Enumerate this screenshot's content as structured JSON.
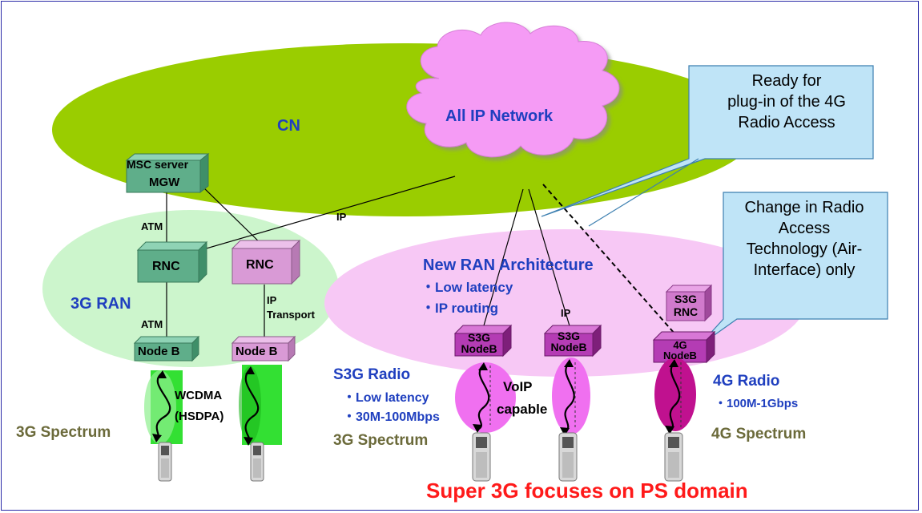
{
  "labels": {
    "cn": "CN",
    "all_ip": "All IP Network",
    "msc_server": "MSC server",
    "mgw": "MGW",
    "atm_top": "ATM",
    "atm_bottom": "ATM",
    "ip_link": "IP",
    "ip_transport_1": "IP",
    "ip_transport_2": "Transport",
    "ip_new": "IP",
    "rnc_3g": "RNC",
    "rnc_ip": "RNC",
    "ran_3g": "3G RAN",
    "nodeb_3g": "Node B",
    "nodeb_ip": "Node B",
    "new_ran_title": "New RAN Architecture",
    "new_ran_b1": "・Low latency",
    "new_ran_b2": "・IP routing",
    "s3g_rnc_1": "S3G",
    "s3g_rnc_2": "RNC",
    "s3g_nodeb_a_1": "S3G",
    "s3g_nodeb_a_2": "NodeB",
    "s3g_nodeb_b_1": "S3G",
    "s3g_nodeb_b_2": "NodeB",
    "nodeb_4g_1": "4G",
    "nodeb_4g_2": "NodeB",
    "wcdma_1": "WCDMA",
    "wcdma_2": "(HSDPA)",
    "spectrum_3g_left": "3G Spectrum",
    "s3g_radio": "S3G Radio",
    "s3g_radio_b1": "・Low latency",
    "s3g_radio_b2": "・30M-100Mbps",
    "voip_1": "VoIP",
    "voip_2": "capable",
    "spectrum_3g_mid": "3G Spectrum",
    "radio_4g": "4G Radio",
    "radio_4g_b1": "・100M-1Gbps",
    "spectrum_4g": "4G Spectrum",
    "footer": "Super 3G focuses on PS domain"
  },
  "callouts": {
    "top": [
      "Ready for",
      "plug-in of the 4G",
      "Radio Access"
    ],
    "bottom": [
      "Change in Radio",
      "Access",
      "Technology (Air-",
      "Interface) only"
    ]
  },
  "colors": {
    "cn_ellipse": "#9acd00",
    "ip_cloud": "#f59bf5",
    "ran3g_ellipse": "#ccf5cc",
    "newran_ellipse": "#f7c8f5",
    "box_green": "#5fae8a",
    "box_pink": "#d99ad6",
    "box_magenta": "#b43cb4",
    "callout_fill": "#bfe4f7",
    "spectrum_green": "#33e033",
    "radio_pink": "#f070f0",
    "radio_dark": "#c0118f"
  }
}
